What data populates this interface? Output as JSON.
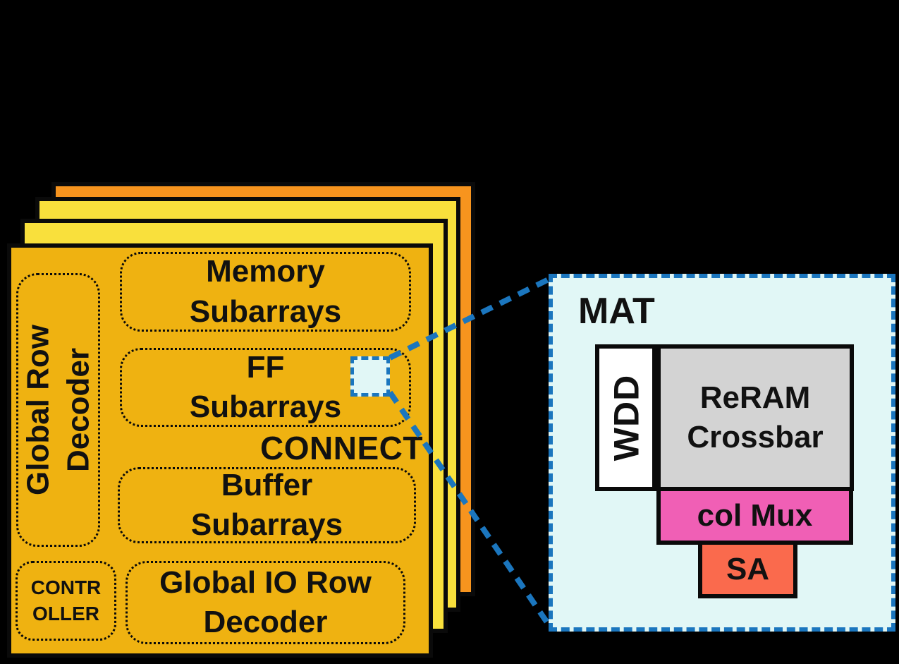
{
  "colors": {
    "bg": "#000000",
    "layer-front": "#EFB211",
    "layer-yellow": "#F9E03C",
    "layer-orange": "#F7941E",
    "mat-bg": "#E1F7F6",
    "blue": "#1B76BE",
    "pink": "#F05FB5",
    "sa-red": "#FA6A4D",
    "crossbar-gray": "#D3D3D3",
    "text": "#111111"
  },
  "chip": {
    "global_row_decoder": "Global Row\nDecoder",
    "memory_subarrays": "Memory\nSubarrays",
    "ff_subarrays": "FF\nSubarrays",
    "connect": "CONNECT",
    "buffer_subarrays": "Buffer\nSubarrays",
    "global_io_row_decoder": "Global IO Row\nDecoder",
    "controller": "CONTR\nOLLER"
  },
  "mat": {
    "title": "MAT",
    "wdd": "WDD",
    "reram_crossbar": "ReRAM\nCrossbar",
    "col_mux": "col Mux",
    "sa": "SA"
  }
}
